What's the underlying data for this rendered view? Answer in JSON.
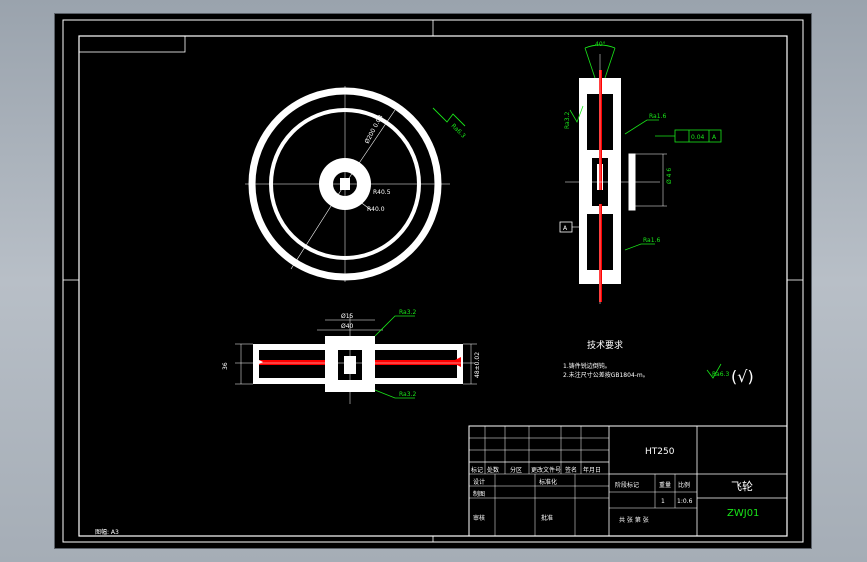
{
  "drawing": {
    "sheet_size_label": "图幅: A3",
    "material": "HT250",
    "part_name": "飞轮",
    "drawing_no": "ZWJ01",
    "quantity": "1",
    "scale": "1:0.6",
    "tech_requirements": {
      "title": "技术要求",
      "items": [
        "1.铸件锐边倒钝。",
        "2.未注尺寸公差按GB1804-m。"
      ]
    },
    "title_block": {
      "labels": [
        "标记",
        "处数",
        "分区",
        "更改文件号",
        "签名",
        "年月日"
      ],
      "design": "设计",
      "standardize": "标准化",
      "drafting": "制图",
      "review": "审核",
      "approve": "批准",
      "stage_marks": "阶段标记",
      "weight": "重量",
      "scale_label": "比例",
      "sheets": "共 张 第 张"
    },
    "annotations": {
      "angle": "40°",
      "roughness_main": "Ra6.3",
      "roughness_hub": "Ra3.2",
      "roughness_small": "Ra1.6",
      "roughness_general": "Ra6.3",
      "tolerance_frame": "0.04",
      "datum": "A",
      "radius_outer": "R40.5",
      "radius_inner": "R40.0",
      "dia_15": "Ø15",
      "dia_40": "Ø40",
      "dim_36": "36",
      "dim_48": "48±0.02",
      "hub_dia": "Ø200 0.08",
      "side_dims": "Ø 4 6",
      "check_mark": "(√)"
    }
  },
  "colors": {
    "line": "#ffffff",
    "annotation": "#19e619",
    "section": "#ff0000",
    "background": "#000000"
  }
}
